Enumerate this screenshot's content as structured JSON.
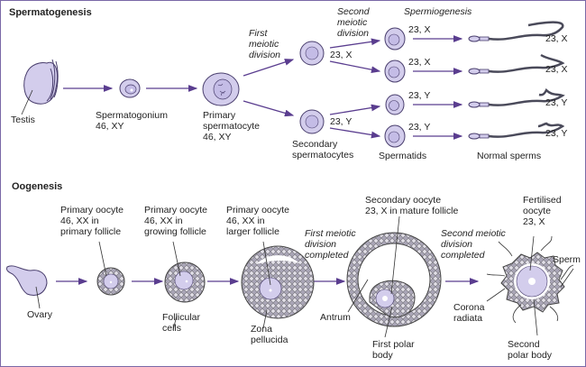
{
  "colors": {
    "cell_fill": "#d3cdec",
    "cell_stroke": "#4a3f6e",
    "arrow": "#5a3d8f",
    "border": "#7a68a6",
    "follicle": "#a8a4b4"
  },
  "spermatogenesis": {
    "title": "Spermatogenesis",
    "testis": "Testis",
    "spermatogonium": [
      "Spermatogonium",
      "46, XY"
    ],
    "primary": [
      "Primary",
      "spermatocyte",
      "46, XY"
    ],
    "first_division": [
      "First",
      "meiotic",
      "division"
    ],
    "second_division": [
      "Second",
      "meiotic",
      "division"
    ],
    "spermiogenesis": "Spermiogenesis",
    "secondary_x": "23, X",
    "secondary_y": "23, Y",
    "secondary_label": [
      "Secondary",
      "spermatocytes"
    ],
    "spermatids": [
      "23, X",
      "23, X",
      "23, Y",
      "23, Y"
    ],
    "spermatids_label": "Spermatids",
    "sperms": [
      "23, X",
      "23, X",
      "23, Y",
      "23, Y"
    ],
    "sperms_label": "Normal sperms"
  },
  "oogenesis": {
    "title": "Oogenesis",
    "ovary": "Ovary",
    "stage1": [
      "Primary oocyte",
      "46, XX in",
      "primary follicle"
    ],
    "stage2": [
      "Primary oocyte",
      "46, XX in",
      "growing follicle"
    ],
    "follicular": [
      "Follicular",
      "cells"
    ],
    "stage3": [
      "Primary oocyte",
      "46, XX in",
      "larger follicle"
    ],
    "zona": [
      "Zona",
      "pellucida"
    ],
    "first_completed": [
      "First meiotic",
      "division",
      "completed"
    ],
    "secondary": [
      "Secondary oocyte",
      "23, X in mature follicle"
    ],
    "antrum": "Antrum",
    "first_polar": [
      "First polar",
      "body"
    ],
    "second_completed": [
      "Second meiotic",
      "division",
      "completed"
    ],
    "fertilised": [
      "Fertilised",
      "oocyte",
      "23, X"
    ],
    "sperm": "Sperm",
    "corona": [
      "Corona",
      "radiata"
    ],
    "second_polar": [
      "Second",
      "polar body"
    ]
  }
}
